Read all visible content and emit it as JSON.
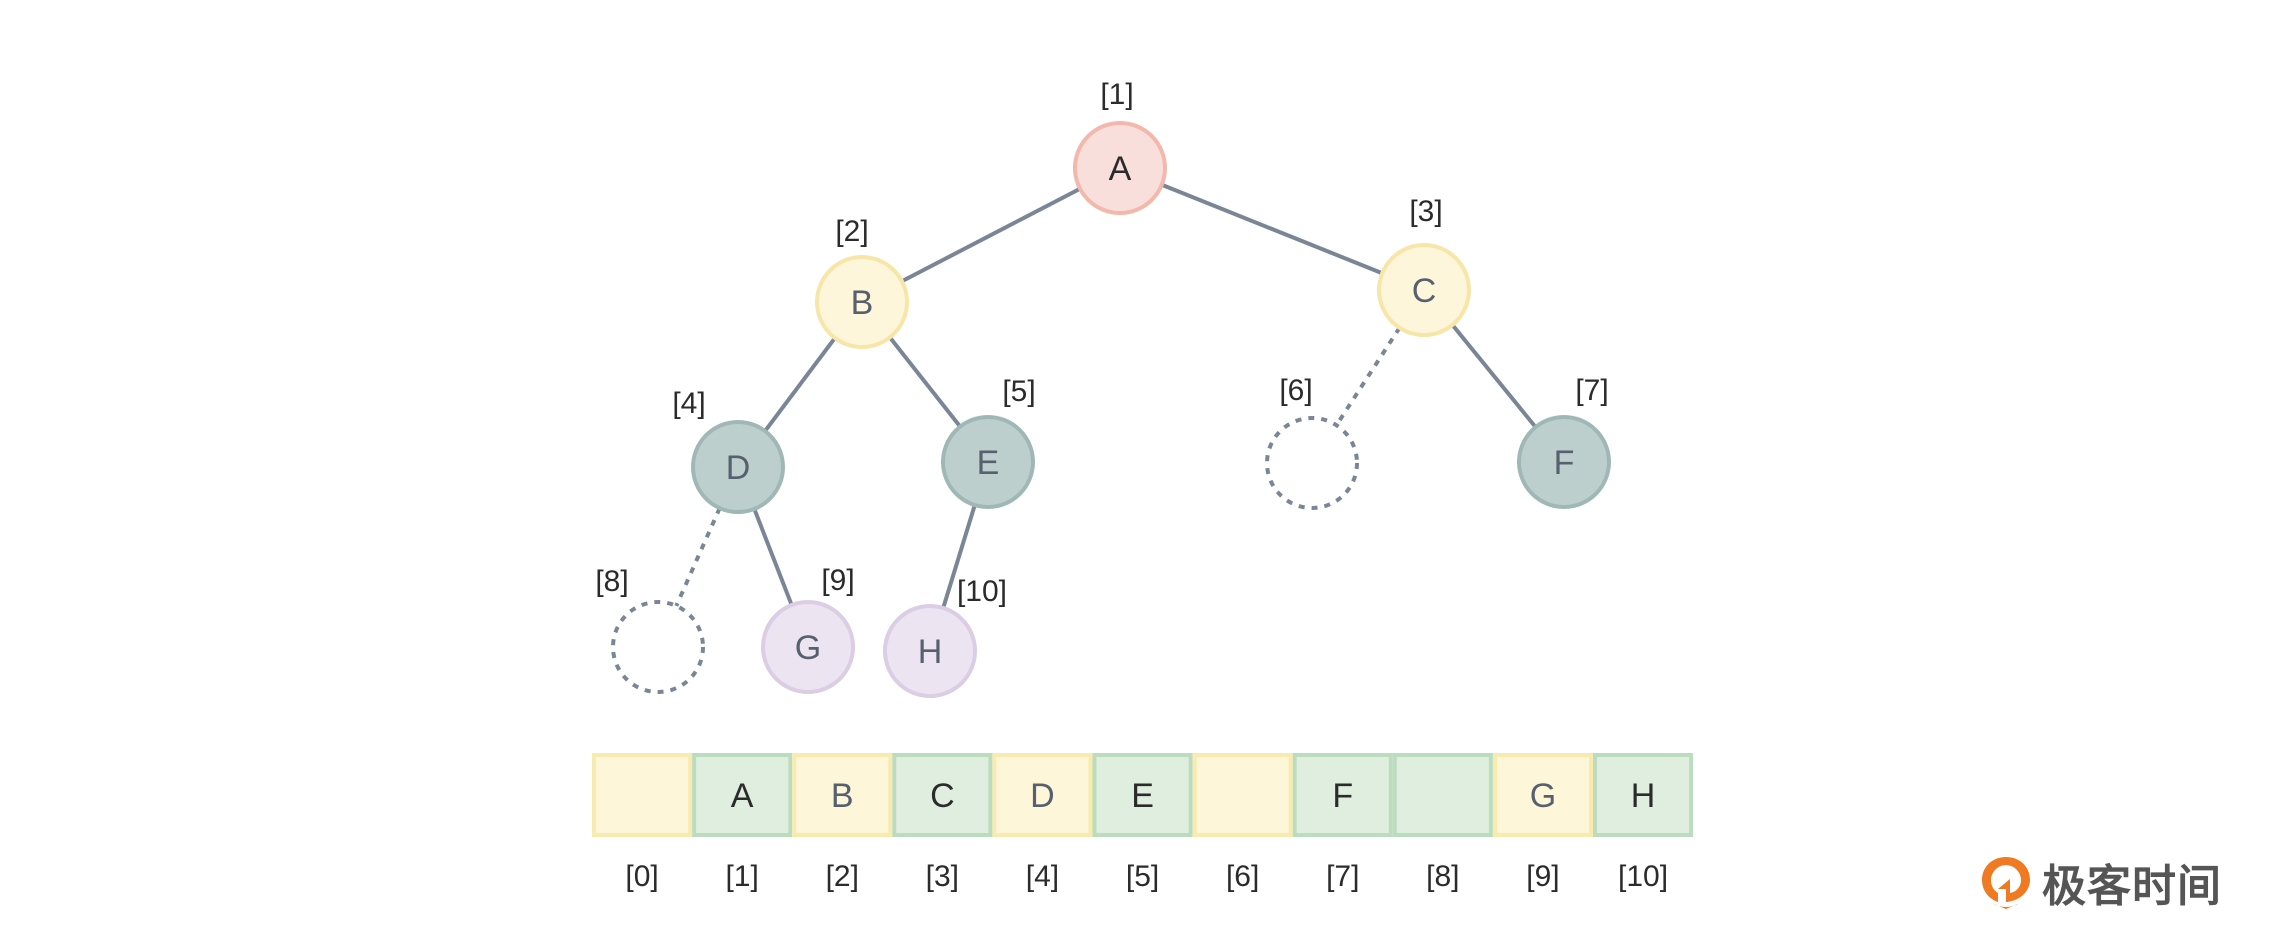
{
  "tree": {
    "nodes": [
      {
        "index": 1,
        "label": "[1]",
        "value": "A",
        "kind": "root"
      },
      {
        "index": 2,
        "label": "[2]",
        "value": "B",
        "kind": "level2"
      },
      {
        "index": 3,
        "label": "[3]",
        "value": "C",
        "kind": "level2"
      },
      {
        "index": 4,
        "label": "[4]",
        "value": "D",
        "kind": "level3"
      },
      {
        "index": 5,
        "label": "[5]",
        "value": "E",
        "kind": "level3"
      },
      {
        "index": 6,
        "label": "[6]",
        "value": "",
        "kind": "empty"
      },
      {
        "index": 7,
        "label": "[7]",
        "value": "F",
        "kind": "level3"
      },
      {
        "index": 8,
        "label": "[8]",
        "value": "",
        "kind": "empty"
      },
      {
        "index": 9,
        "label": "[9]",
        "value": "G",
        "kind": "level4"
      },
      {
        "index": 10,
        "label": "[10]",
        "value": "H",
        "kind": "level4"
      }
    ],
    "edges": [
      {
        "from": 1,
        "to": 2,
        "style": "solid"
      },
      {
        "from": 1,
        "to": 3,
        "style": "solid"
      },
      {
        "from": 2,
        "to": 4,
        "style": "solid"
      },
      {
        "from": 2,
        "to": 5,
        "style": "solid"
      },
      {
        "from": 3,
        "to": 6,
        "style": "dashed"
      },
      {
        "from": 3,
        "to": 7,
        "style": "solid"
      },
      {
        "from": 4,
        "to": 8,
        "style": "dashed"
      },
      {
        "from": 4,
        "to": 9,
        "style": "solid"
      },
      {
        "from": 5,
        "to": 10,
        "style": "solid"
      }
    ]
  },
  "array": {
    "cells": [
      {
        "index_label": "[0]",
        "value": "",
        "color": "yellow"
      },
      {
        "index_label": "[1]",
        "value": "A",
        "color": "green"
      },
      {
        "index_label": "[2]",
        "value": "B",
        "color": "yellow"
      },
      {
        "index_label": "[3]",
        "value": "C",
        "color": "green"
      },
      {
        "index_label": "[4]",
        "value": "D",
        "color": "yellow"
      },
      {
        "index_label": "[5]",
        "value": "E",
        "color": "green"
      },
      {
        "index_label": "[6]",
        "value": "",
        "color": "yellow"
      },
      {
        "index_label": "[7]",
        "value": "F",
        "color": "green"
      },
      {
        "index_label": "[8]",
        "value": "",
        "color": "green"
      },
      {
        "index_label": "[9]",
        "value": "G",
        "color": "yellow"
      },
      {
        "index_label": "[10]",
        "value": "H",
        "color": "green"
      }
    ]
  },
  "palette": {
    "edge": "#7a8596",
    "root": {
      "fill": "#f9dfdb",
      "stroke": "#f2b8ab",
      "text": "#2b2b2b"
    },
    "level2": {
      "fill": "#fdf6da",
      "stroke": "#f7e6a8",
      "text": "#56606e"
    },
    "level3": {
      "fill": "#bdcfcd",
      "stroke": "#9fb8b6",
      "text": "#56606e"
    },
    "level4": {
      "fill": "#ede4f1",
      "stroke": "#dbcde3",
      "text": "#56606e"
    },
    "empty": {
      "fill": "none",
      "stroke": "#7a8596",
      "text": "#56606e"
    },
    "cell_yellow": {
      "fill": "#fdf6d9",
      "stroke": "#f9eaae"
    },
    "cell_green": {
      "fill": "#e0eee0",
      "stroke": "#bcdcbf"
    },
    "cell_text_dark": "#2b2b2b",
    "cell_text_slate": "#56606e",
    "logo_orange": "#ef7a22"
  },
  "logo": {
    "icon": "geektime-logo-icon",
    "text": "极客时间"
  }
}
